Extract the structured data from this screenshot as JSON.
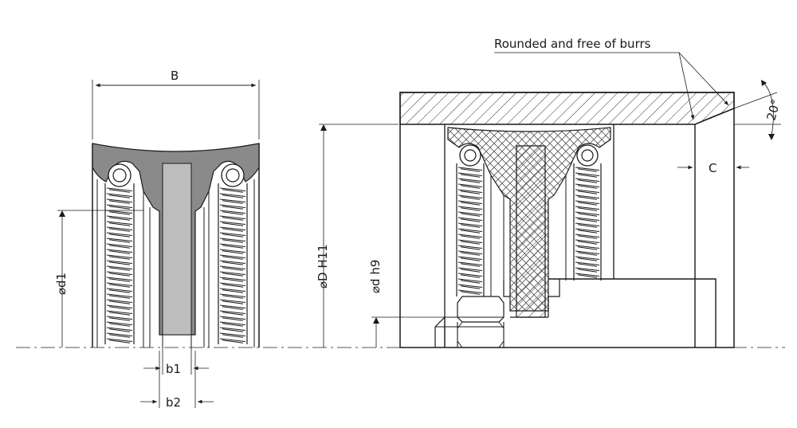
{
  "labels": {
    "B": "B",
    "d1": "⌀d1",
    "b1": "b1",
    "b2": "b2",
    "DH11": "⌀D H11",
    "dh9": "⌀d h9",
    "C": "C",
    "angle": "20°",
    "note": "Rounded and free of burrs"
  },
  "colors": {
    "line": "#1a1a1a",
    "seal_fill": "#8a8a8a",
    "seal_fill_light": "#bdbdbd",
    "centerline": "#555555"
  }
}
